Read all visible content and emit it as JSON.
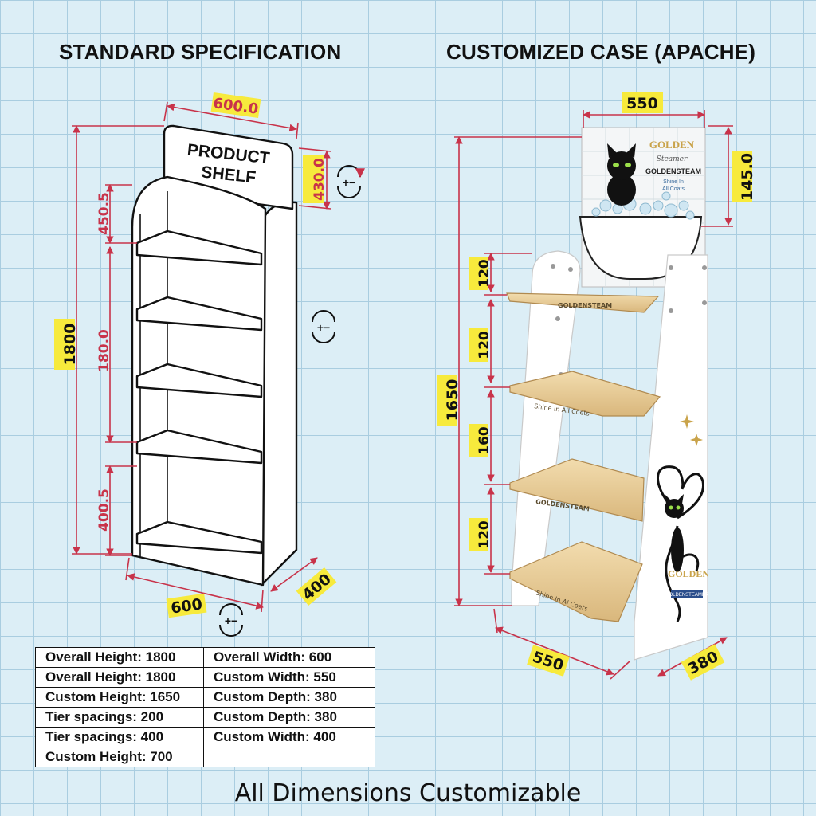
{
  "headings": {
    "standard": "STANDARD SPECIFICATION",
    "custom": "CUSTOMIZED CASE (APACHE)"
  },
  "standard_shelf": {
    "header_text_line1": "PRODUCT",
    "header_text_line2": "SHELF",
    "dims": {
      "top_width": "600.0",
      "header_height": "430.0",
      "overall_height": "1800",
      "upper_spacing": "450.5",
      "middle_spacing": "180.0",
      "lower_spacing": "400.5",
      "base_width": "600",
      "base_depth": "400"
    }
  },
  "custom_shelf": {
    "brand_logo": "GOLDEN",
    "brand_script": "Steamer",
    "brand_name": "GOLDENSTEAM",
    "brand_tagline_1": "Shine In",
    "brand_tagline_2": "All Coats",
    "shelf_labels": [
      "GOLDENSTEAM",
      "Shine In All Coets",
      "GOLDENSTEAM",
      "Shine In Al Coets"
    ],
    "side_logo": "GOLDEN",
    "side_badge": "GOLDENSTEAMER",
    "dims": {
      "top_width": "550",
      "header_height": "145.0",
      "overall_height": "1650",
      "tier_1": "120",
      "tier_2": "120",
      "tier_3": "160",
      "tier_4": "120",
      "base_width": "550",
      "base_depth": "380"
    }
  },
  "spec_table": {
    "rows": [
      [
        "Overall Height: 1800",
        "Overall Width: 600"
      ],
      [
        "Overall Height: 1800",
        "Custom Width: 550"
      ],
      [
        "Custom Height: 1650",
        "Custom Depth: 380"
      ],
      [
        "Tier spacings:  200",
        "Custom Depth: 380"
      ],
      [
        "Tier spacings:  400",
        "Custom Width: 400"
      ],
      [
        "Custom Height: 700",
        ""
      ]
    ]
  },
  "footer": "All Dimensions Customizable",
  "colors": {
    "dimension_line": "#c8334a",
    "highlight": "#f7ea3c",
    "wood": "#ecd3a0",
    "grid": "#a9cde0",
    "background": "#dceef6"
  },
  "icons": [
    "rotate-adjust-icon",
    "rotate-adjust-icon",
    "rotate-adjust-icon"
  ]
}
